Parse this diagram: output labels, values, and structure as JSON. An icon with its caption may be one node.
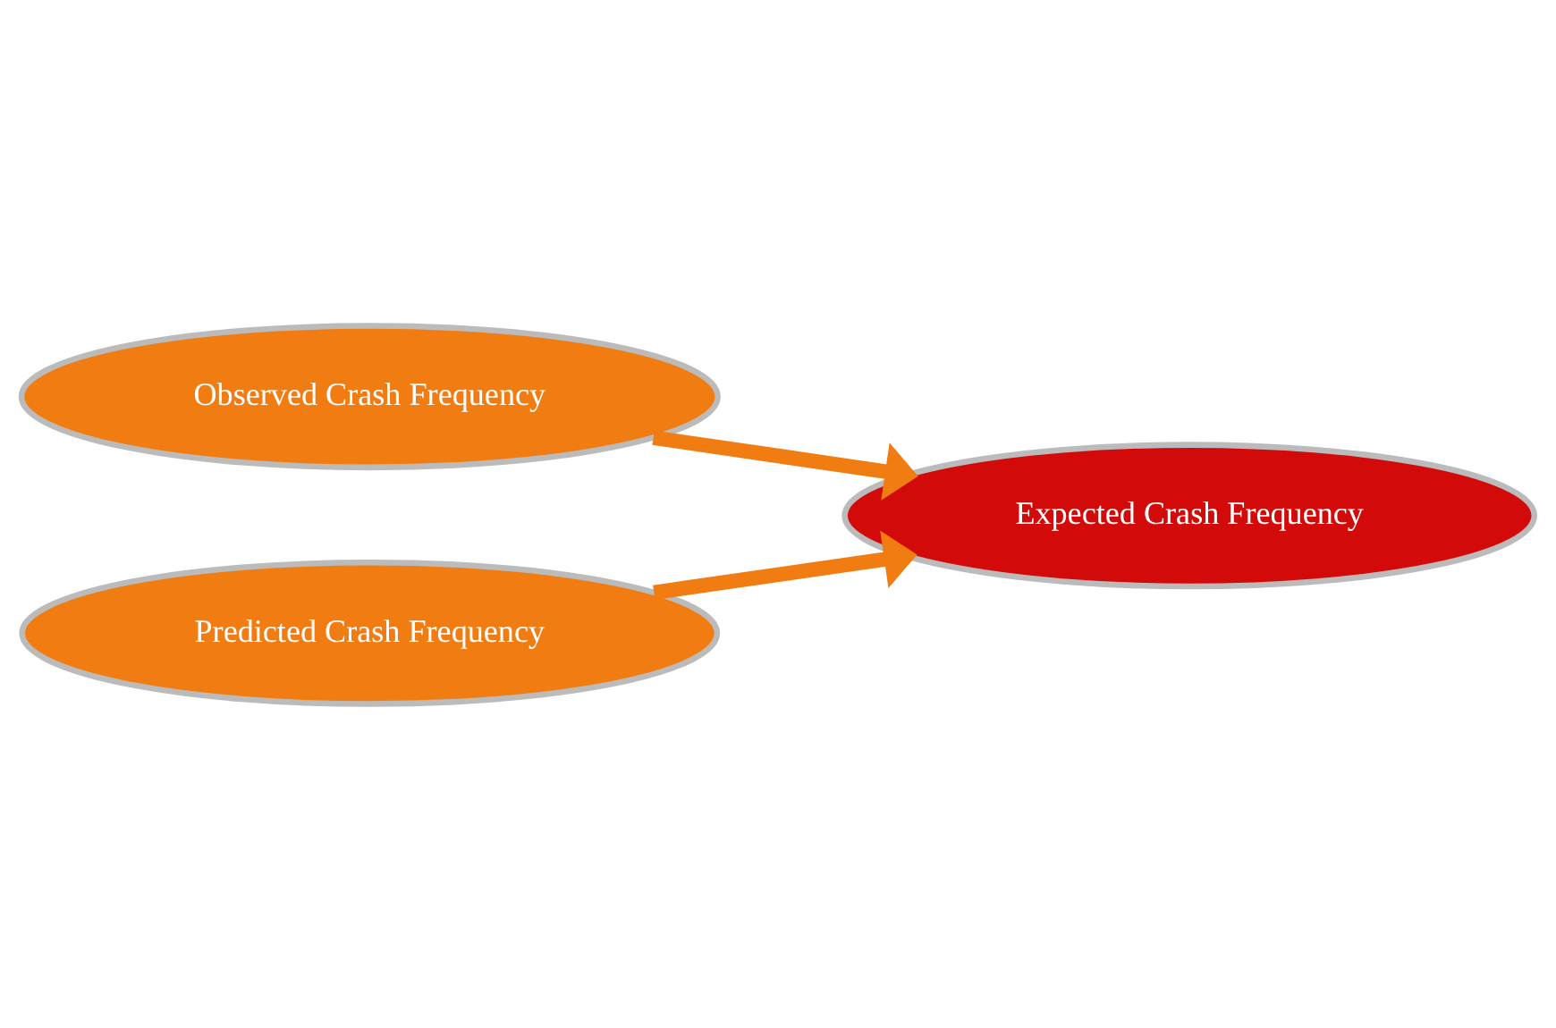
{
  "diagram": {
    "nodes": [
      {
        "text": [
          "Observed Crash Frequency"
        ]
      },
      {
        "text": [
          "Predicted Crash Frequency"
        ]
      },
      {
        "text": [
          "Expected Crash Frequency"
        ]
      }
    ],
    "edges": [
      {
        "from": 0,
        "to": 2,
        "arrow": "to"
      },
      {
        "from": 1,
        "to": 2,
        "arrow": "to"
      }
    ]
  }
}
